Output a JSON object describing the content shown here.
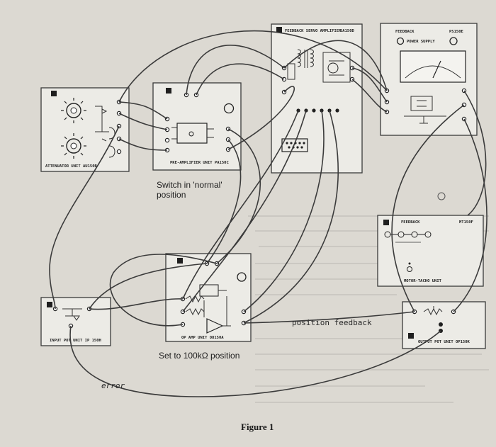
{
  "modules": {
    "attenuator": {
      "label": "ATTENUATOR UNIT AU150B"
    },
    "preamplifier": {
      "label": "PRE-AMPLIFIER UNIT PA150C"
    },
    "servo_amplifier": {
      "title": "FEEDBACK SERVO AMPLIFIER",
      "model": "SA150D"
    },
    "power_supply": {
      "title": "FEEDBACK",
      "subtitle": "POWER SUPPLY",
      "model": "PS150E"
    },
    "motor_tacho": {
      "title": "FEEDBACK",
      "model": "MT150F",
      "label": "MOTOR-TACHO UNIT"
    },
    "input_pot": {
      "label": "INPUT POT UNIT IP 150H"
    },
    "output_pot": {
      "label": "OUTPUT POT UNIT OP150K"
    },
    "opamp": {
      "label": "OP AMP UNIT OU150A"
    }
  },
  "annotations": {
    "switch_note_line1": "Switch in 'normal'",
    "switch_note_line2": "position",
    "set_note": "Set to 100kΩ position",
    "position_feedback": "position feedback",
    "error": "error"
  },
  "caption": "Figure 1"
}
